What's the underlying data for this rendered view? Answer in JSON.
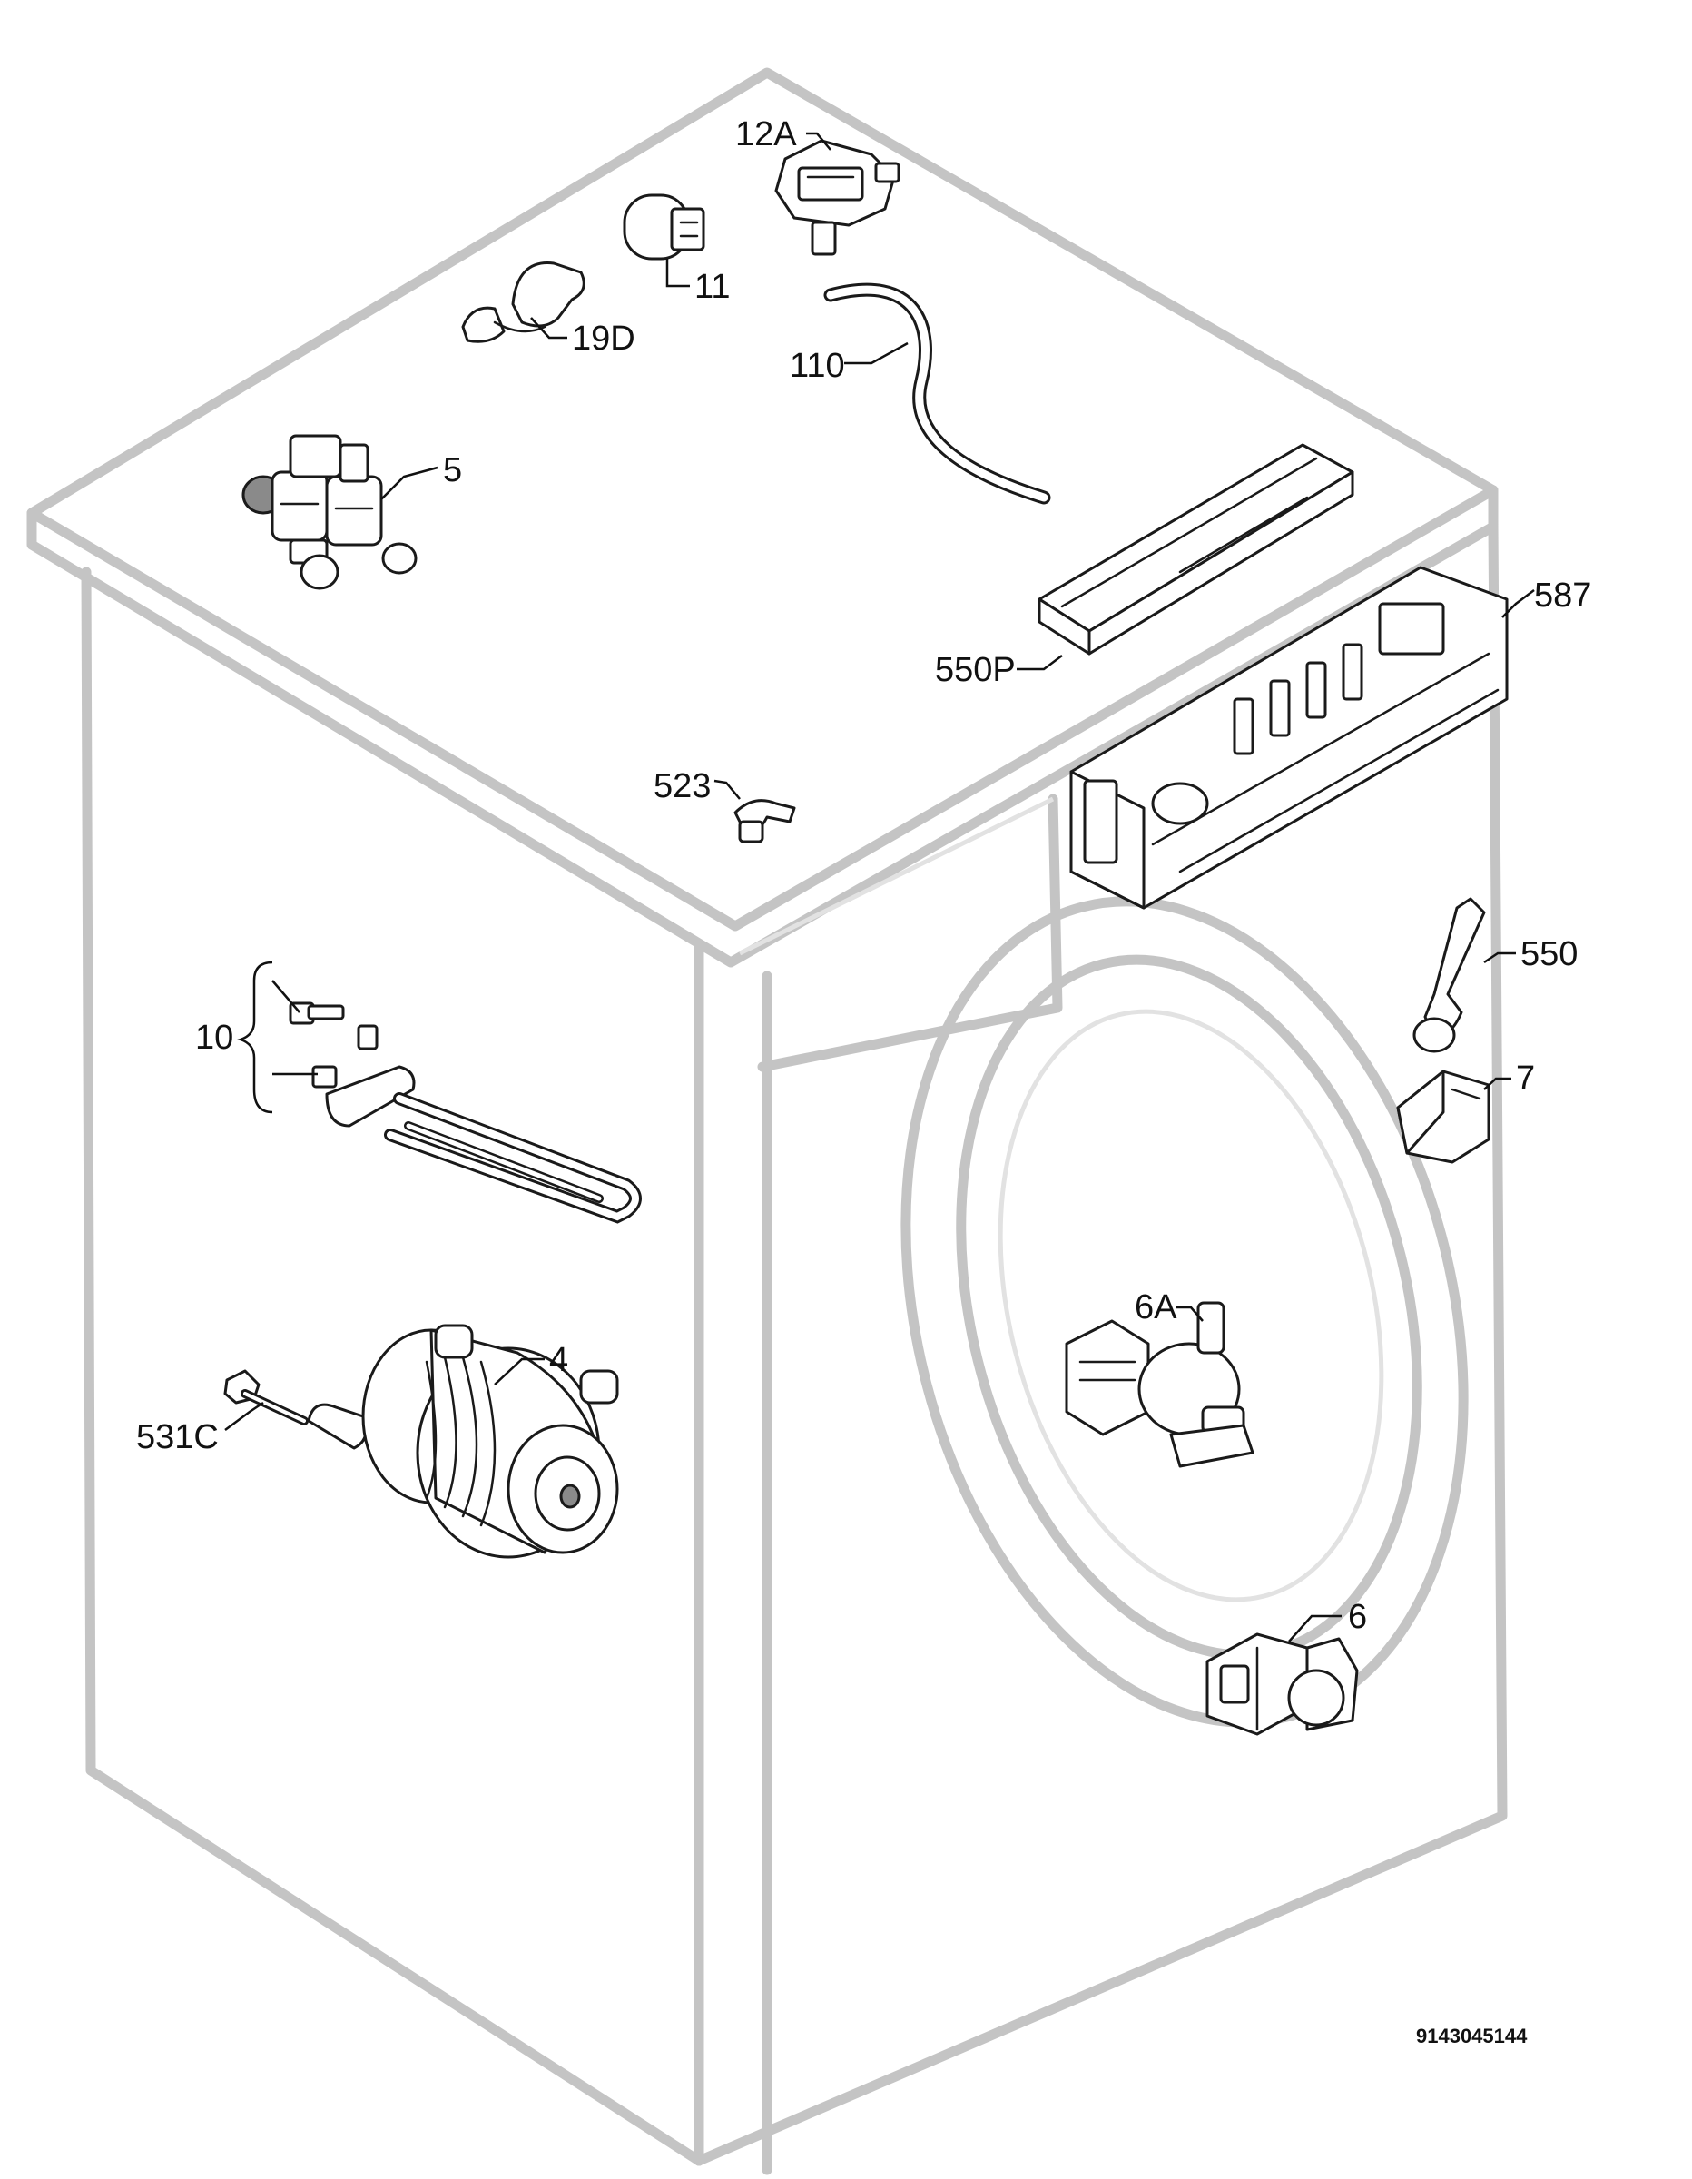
{
  "labels": {
    "p12A": "12A",
    "p11": "11",
    "p19D": "19D",
    "p110": "110",
    "p5": "5",
    "p587": "587",
    "p550P": "550P",
    "p523": "523",
    "p550": "550",
    "p7": "7",
    "p10": "10",
    "p6A": "6A",
    "p4": "4",
    "p531C": "531C",
    "p6": "6"
  },
  "diagram_code": "9143045144"
}
